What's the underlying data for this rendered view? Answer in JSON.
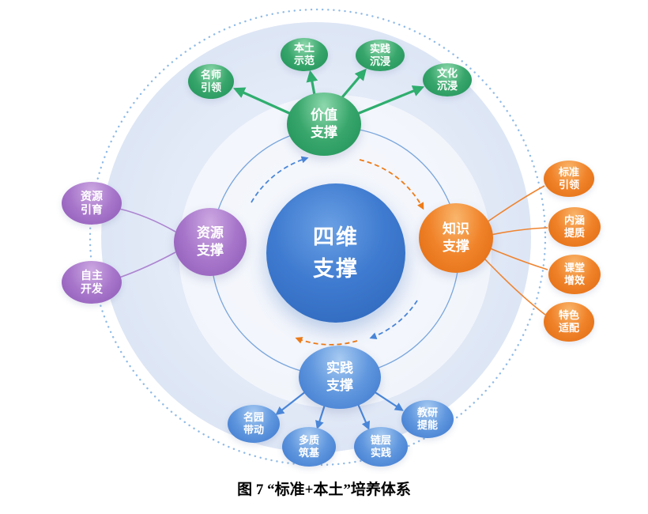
{
  "figure": {
    "caption": "图 7  “标准+本土”培养体系"
  },
  "center": {
    "label": "四维\n支撑"
  },
  "main_nodes": {
    "value": {
      "label": "价值\n支撑",
      "color": "#2f9e63"
    },
    "resource": {
      "label": "资源\n支撑",
      "color": "#9a68c0"
    },
    "knowledge": {
      "label": "知识\n支撑",
      "color": "#ee7b18"
    },
    "practice": {
      "label": "实践\n支撑",
      "color": "#4a86d8"
    }
  },
  "satellites": {
    "value": [
      {
        "label": "名师\n引领"
      },
      {
        "label": "本土\n示范"
      },
      {
        "label": "实践\n沉浸"
      },
      {
        "label": "文化\n沉浸"
      }
    ],
    "resource": [
      {
        "label": "资源\n引育"
      },
      {
        "label": "自主\n开发"
      }
    ],
    "knowledge": [
      {
        "label": "标准\n引领"
      },
      {
        "label": "内涵\n提质"
      },
      {
        "label": "课堂\n增效"
      },
      {
        "label": "特色\n适配"
      }
    ],
    "practice": [
      {
        "label": "名园\n带动"
      },
      {
        "label": "多质\n筑基"
      },
      {
        "label": "链层\n实践"
      },
      {
        "label": "教研\n提能"
      }
    ]
  },
  "colors": {
    "center_blue": "#356fc2",
    "green": "#2f9e63",
    "purple": "#9a68c0",
    "orange": "#ee7b18",
    "blue": "#4a86d8",
    "ring_dotted": "#8fbae6",
    "halo": "#e2e9f7"
  }
}
